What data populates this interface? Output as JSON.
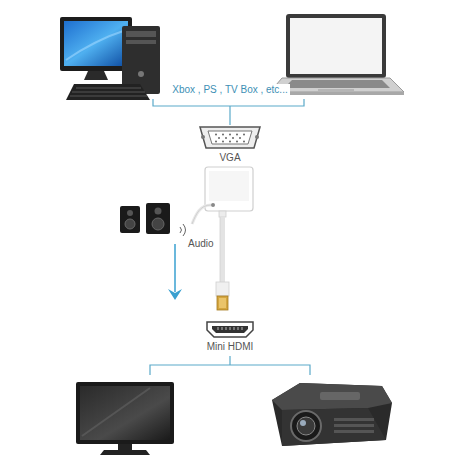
{
  "diagram": {
    "labels": [
      "Xbox , PS , TV Box , etc...",
      "VGA",
      "Audio",
      "Mini HDMI"
    ]
  }
}
